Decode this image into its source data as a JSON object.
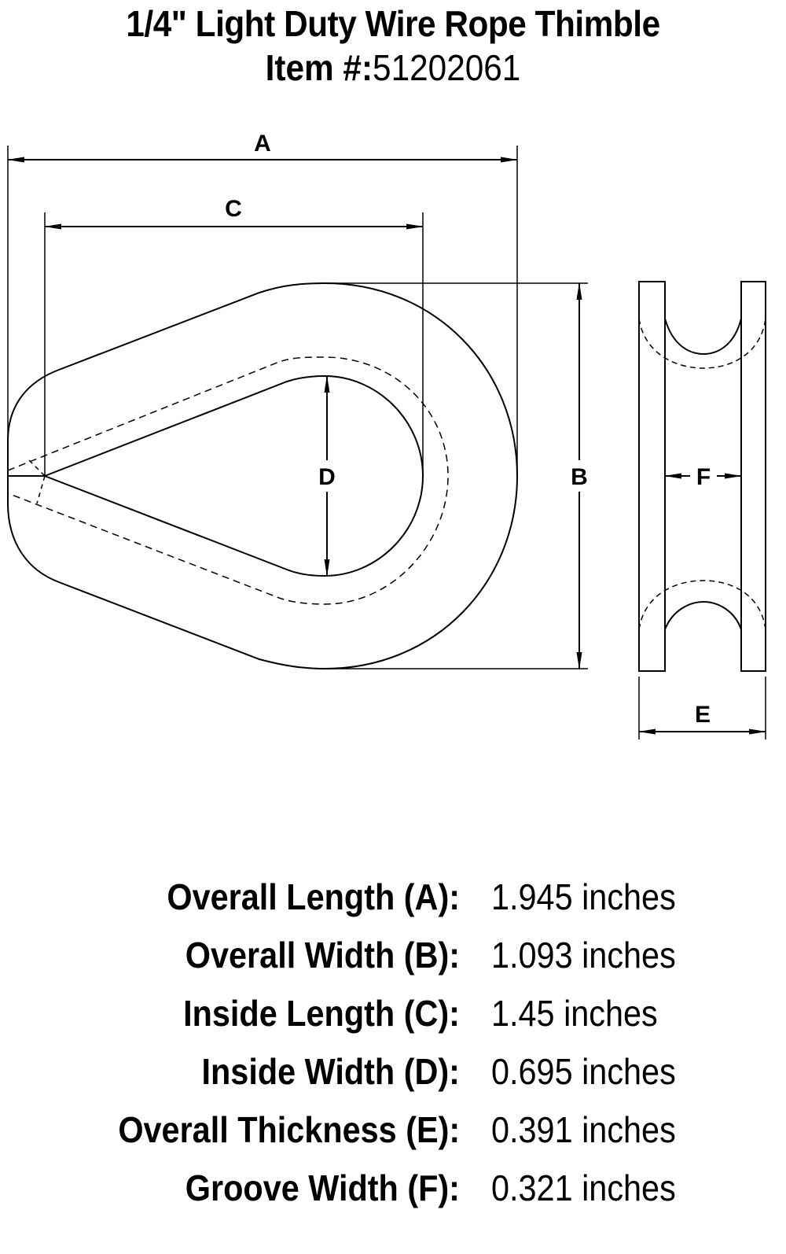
{
  "header": {
    "title": "1/4\" Light Duty Wire Rope Thimble",
    "item_label": "Item #:",
    "item_number": "51202061"
  },
  "drawing": {
    "front_view": {
      "dimension_labels": {
        "overall_length": "A",
        "inside_length": "C",
        "inside_width": "D",
        "overall_width": "B"
      }
    },
    "side_view": {
      "dimension_labels": {
        "groove_width": "F",
        "overall_thickness": "E"
      }
    },
    "line_color": "#000000",
    "background_color": "#ffffff"
  },
  "specifications": [
    {
      "label": "Overall Length (A):",
      "value": "1.945 inches"
    },
    {
      "label": "Overall Width (B):",
      "value": "1.093 inches"
    },
    {
      "label": "Inside Length (C):",
      "value": "1.45 inches"
    },
    {
      "label": "Inside Width (D):",
      "value": "0.695 inches"
    },
    {
      "label": "Overall Thickness (E):",
      "value": "0.391 inches"
    },
    {
      "label": "Groove Width (F):",
      "value": "0.321 inches"
    }
  ]
}
